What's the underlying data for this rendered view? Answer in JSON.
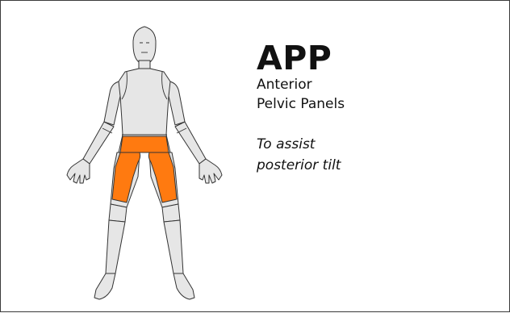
{
  "slide": {
    "title": "APP",
    "subtitle": "Anterior Pelvic Panels",
    "note": "To assist posterior tilt"
  },
  "figure": {
    "icon": "body-diagram-icon",
    "highlight_color": "#FF7A10",
    "body_color": "#E6E6E6",
    "outline_color": "#333333"
  }
}
